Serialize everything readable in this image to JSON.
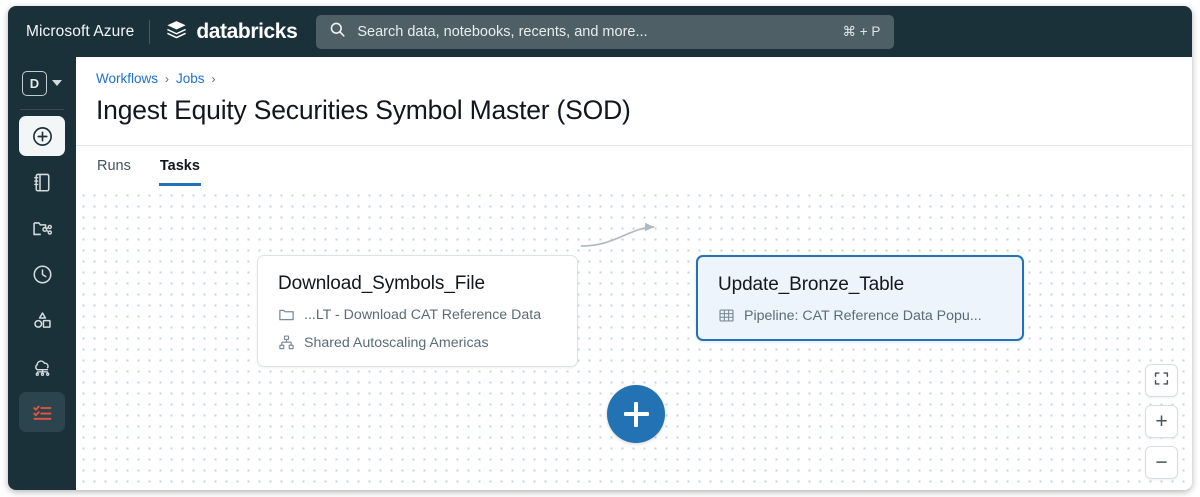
{
  "topbar": {
    "cloud_brand": "Microsoft Azure",
    "product_brand": "databricks",
    "logo_icon": "databricks-layers-icon",
    "search": {
      "icon": "search-icon",
      "placeholder": "Search data, notebooks, recents, and more...",
      "shortcut": "⌘ + P"
    }
  },
  "sidebar": {
    "workspace": {
      "badge": "D",
      "caret_icon": "chevron-down-icon"
    },
    "items": [
      {
        "name": "new",
        "icon": "plus-circle-icon",
        "active": true
      },
      {
        "name": "workspace",
        "icon": "notebook-icon",
        "active": false
      },
      {
        "name": "catalog",
        "icon": "catalog-icon",
        "active": false
      },
      {
        "name": "recents",
        "icon": "clock-icon",
        "active": false
      },
      {
        "name": "machine-learning",
        "icon": "shapes-icon",
        "active": false
      },
      {
        "name": "compute",
        "icon": "compute-cluster-icon",
        "active": false
      },
      {
        "name": "workflows",
        "icon": "checklist-icon",
        "active": true
      }
    ],
    "accent_active": "#E8543F"
  },
  "breadcrumb": {
    "items": [
      "Workflows",
      "Jobs"
    ],
    "separator": "›",
    "link_color": "#1F6FD0"
  },
  "page": {
    "title": "Ingest Equity Securities Symbol Master (SOD)"
  },
  "tabs": [
    {
      "label": "Runs",
      "selected": false
    },
    {
      "label": "Tasks",
      "selected": true
    }
  ],
  "graph": {
    "nodes": [
      {
        "id": "download-symbols-file",
        "title": "Download_Symbols_File",
        "selected": false,
        "rows": [
          {
            "icon": "folder-icon",
            "text": "...LT - Download CAT Reference Data"
          },
          {
            "icon": "cluster-icon",
            "text": "Shared Autoscaling Americas"
          }
        ]
      },
      {
        "id": "update-bronze-table",
        "title": "Update_Bronze_Table",
        "selected": true,
        "rows": [
          {
            "icon": "table-icon",
            "text": "Pipeline:  CAT Reference Data Popu..."
          }
        ]
      }
    ],
    "edges": [
      {
        "from": "download-symbols-file",
        "to": "update-bronze-table"
      }
    ],
    "add_task_button": {
      "icon": "plus-icon",
      "color": "#2272B4"
    },
    "controls": [
      {
        "name": "fit-to-screen",
        "glyph": "fit-icon"
      },
      {
        "name": "zoom-in",
        "glyph": "+"
      },
      {
        "name": "zoom-out",
        "glyph": "−"
      }
    ]
  }
}
